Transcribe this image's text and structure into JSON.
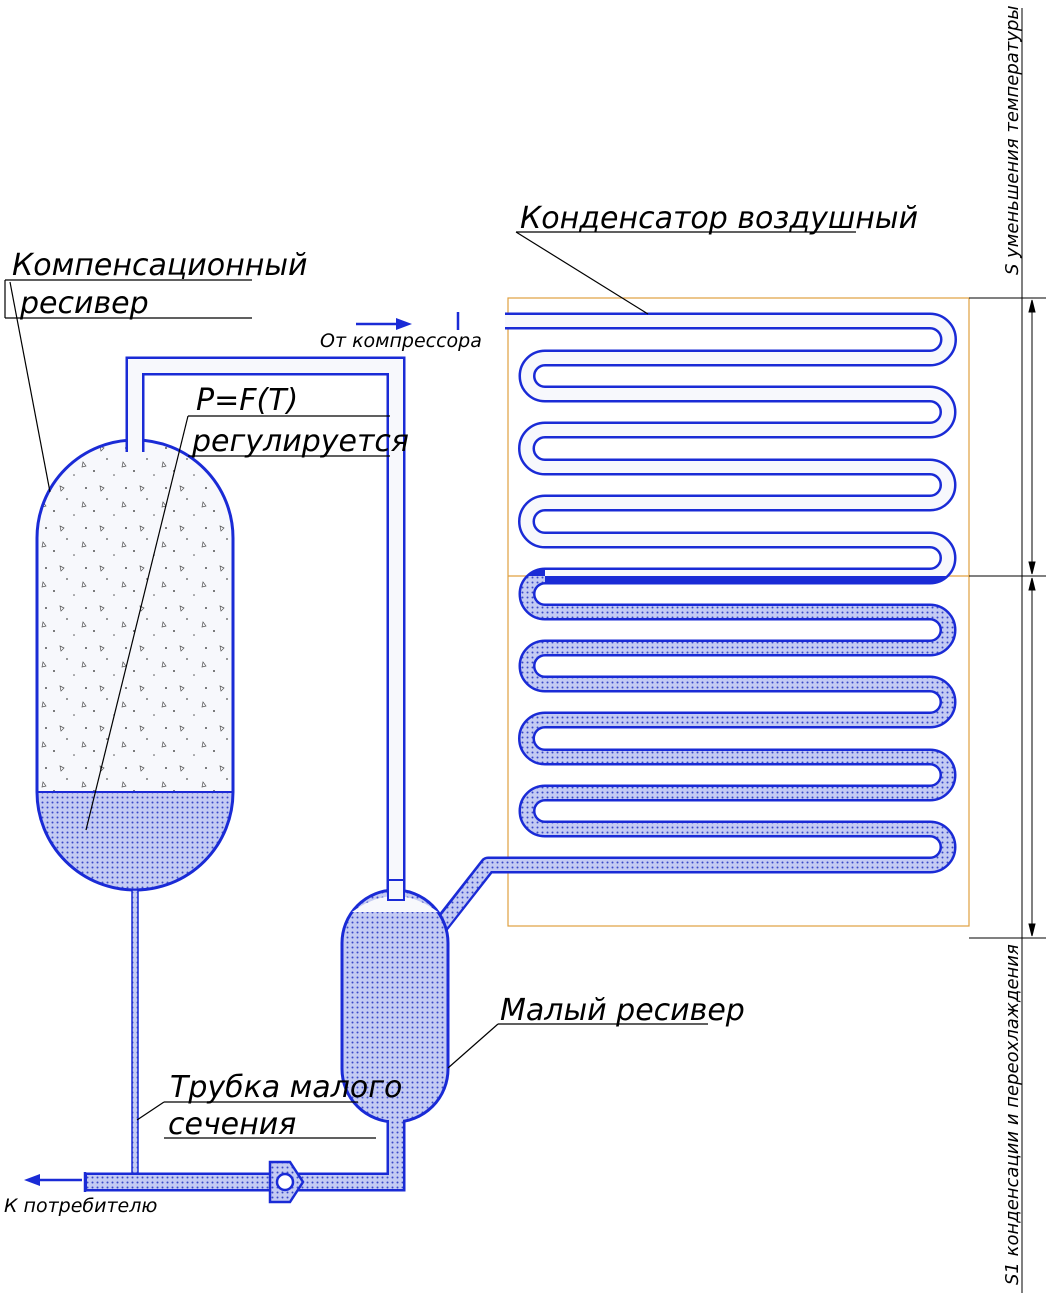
{
  "labels": {
    "compensation_receiver_line1": "Компенсационный",
    "compensation_receiver_line2": "ресивер",
    "pressure_function": "P=F(T)",
    "regulated": "регулируется",
    "air_condenser": "Конденсатор воздушный",
    "from_compressor": "От компрессора",
    "small_receiver": "Малый ресивер",
    "small_tube_line1": "Трубка малого",
    "small_tube_line2": "сечения",
    "to_consumer": "К потребителю",
    "zone_temperature_drop": "S уменьшения температуры",
    "zone_condensation": "S1 конденсации и переохлаждения"
  },
  "colors": {
    "pipe_outline": "#1a2bd6",
    "liquid_fill": "#aab4ee",
    "gas_fill": "#f4f5fb",
    "condenser_frame": "#e0a040",
    "arrow": "#1a2bd6",
    "text": "#000000"
  }
}
